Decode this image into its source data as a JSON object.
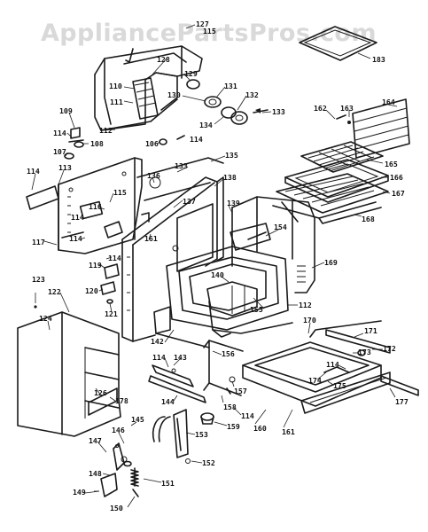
{
  "watermark": "AppliancePartsPros.com",
  "callouts": {
    "c127": "127",
    "c115a": "115",
    "c183": "183",
    "c128": "128",
    "c129": "129",
    "c110": "110",
    "c130": "130",
    "c131": "131",
    "c132": "132",
    "c111": "111",
    "c133a": "133",
    "c134": "134",
    "c109": "109",
    "c112a": "112",
    "c106": "106",
    "c114a": "114",
    "c162": "162",
    "c163": "163",
    "c164": "164",
    "c114b": "114",
    "c108": "108",
    "c107": "107",
    "c165": "165",
    "c166": "166",
    "c167": "167",
    "c133b": "133",
    "c135": "135",
    "c114c": "114",
    "c113": "113",
    "c136": "136",
    "c138": "138",
    "c116": "116",
    "c115b": "115",
    "c137": "137",
    "c168": "168",
    "c139": "139",
    "c114d": "114",
    "c114e": "114",
    "c161a": "161",
    "c154": "154",
    "c117": "117",
    "c114f": "114",
    "c169": "169",
    "c119": "119",
    "c140": "140",
    "c123": "123",
    "c122": "122",
    "c120": "120",
    "c112b": "112",
    "c121": "121",
    "c155": "155",
    "c124": "124",
    "c170": "170",
    "c171": "171",
    "c142": "142",
    "c172": "172",
    "c173": "173",
    "c114g": "114",
    "c143": "143",
    "c156": "156",
    "c114h": "114",
    "c126": "126",
    "c178": "178",
    "c174": "174",
    "c175": "175",
    "c177": "177",
    "c157": "157",
    "c144": "144",
    "c158": "158",
    "c114i": "114",
    "c160": "160",
    "c161b": "161",
    "c145": "145",
    "c159": "159",
    "c146": "146",
    "c153": "153",
    "c147": "147",
    "c152": "152",
    "c148": "148",
    "c151": "151",
    "c149": "149",
    "c150": "150"
  }
}
